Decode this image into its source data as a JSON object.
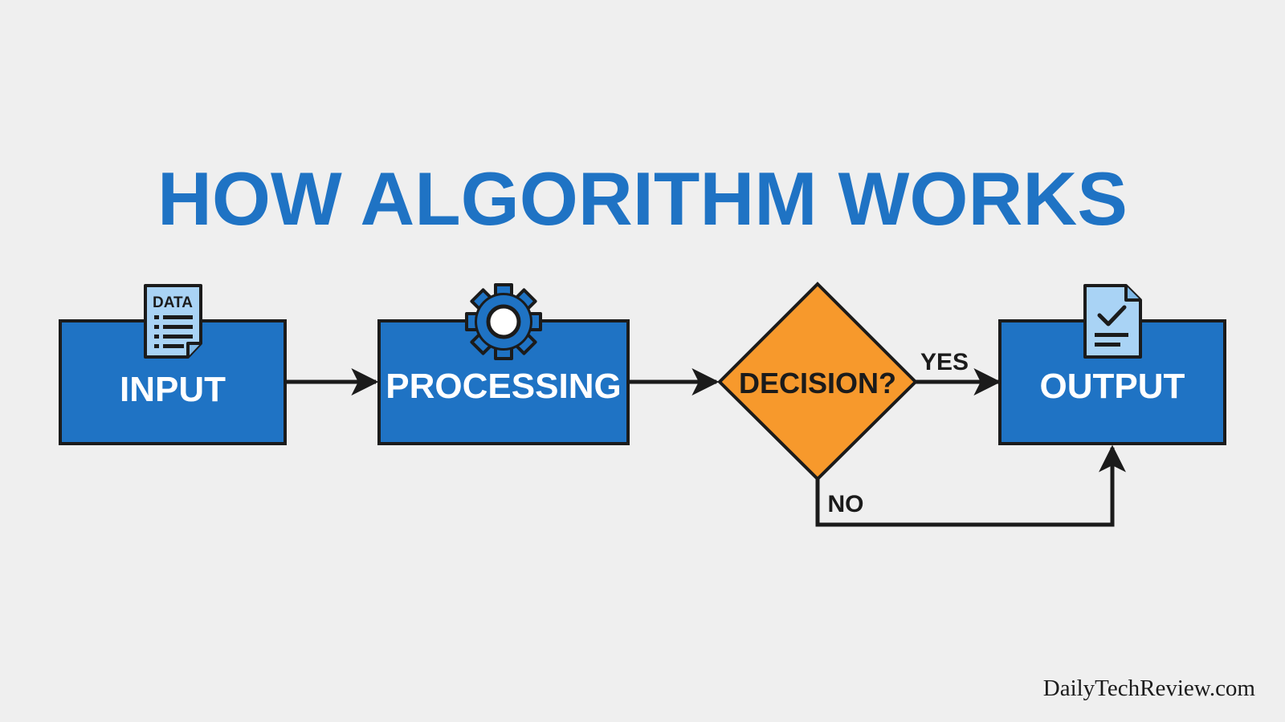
{
  "title": "HOW ALGORITHM WORKS",
  "nodes": {
    "input": {
      "label": "INPUT",
      "icon": "data-document-icon",
      "icon_text": "DATA"
    },
    "processing": {
      "label": "PROCESSING",
      "icon": "gear-icon"
    },
    "decision": {
      "label": "DECISION?"
    },
    "output": {
      "label": "OUTPUT",
      "icon": "checked-document-icon"
    }
  },
  "edges": {
    "yes_label": "YES",
    "no_label": "NO"
  },
  "watermark": "DailyTechReview.com",
  "colors": {
    "background": "#efefef",
    "box_fill": "#1f73c4",
    "decision_fill": "#f7992c",
    "icon_fill": "#a9d3f5",
    "title": "#1f73c4",
    "stroke": "#1b1b1b"
  }
}
